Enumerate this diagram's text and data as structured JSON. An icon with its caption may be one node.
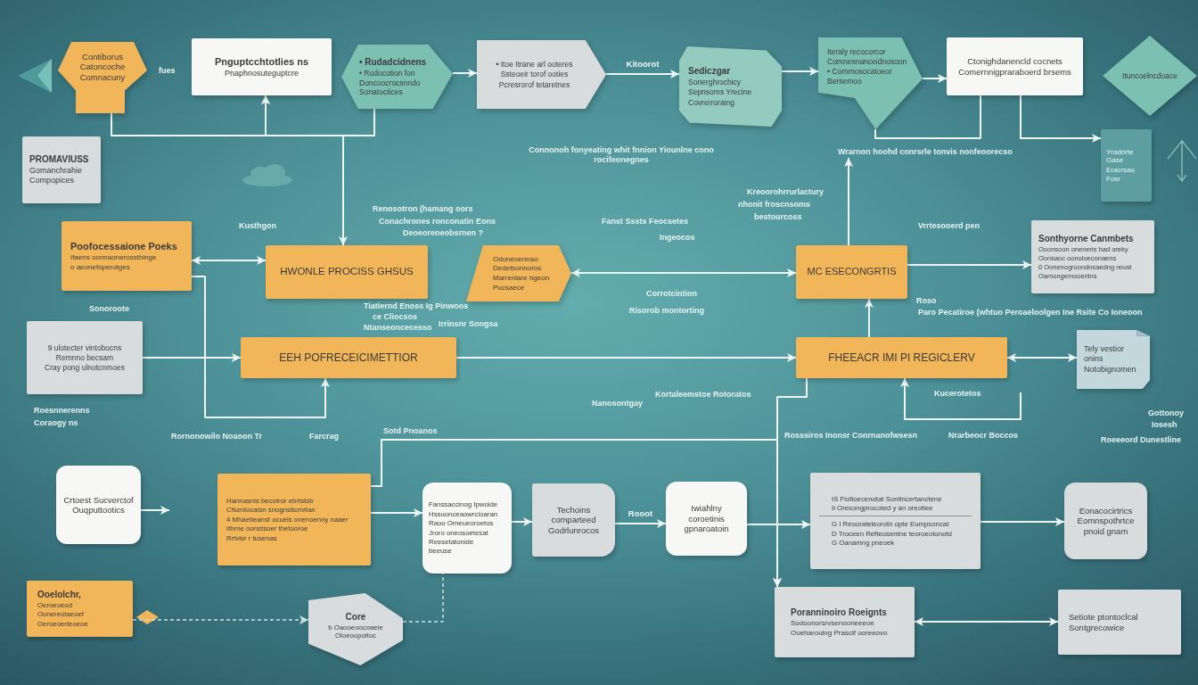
{
  "diagram": {
    "nodes": [
      {
        "text": [
          "Contiborus Catoncoche Comnacuny"
        ],
        "beside": [
          "fues"
        ]
      },
      {
        "text": [
          "Pnguptcchtotlies ns",
          "Pnaphnosuteguptcre"
        ]
      },
      {
        "text": [
          "• Rudadcidnens",
          "• Rodocotion fon",
          "Doncoocrocsnndo Sonatoctices"
        ]
      },
      {
        "text": [
          "• Itoe Itrane arl ooteres",
          "Ssteoeir torof ooties",
          "Pcresrorof tetaretnes"
        ]
      },
      {
        "text": [
          "Sediczgar",
          "Sonerghrochicy",
          "Sepnsoms Yrecine",
          "Covrerroraing"
        ]
      },
      {
        "text": [
          "Iteraly recocorcor",
          "Comnesnanceidnosoon",
          "• Cornmosocatoeor",
          "Bersemoo"
        ]
      },
      {
        "text": [
          "Ctonighdanencld cocnets",
          "Comernnigpraraboerd brsems"
        ]
      },
      {
        "text": [
          "Ituncoelncdoace"
        ]
      },
      {
        "text": [
          "Yradrirte Gase",
          "Eracrsao Fosr"
        ]
      },
      {
        "text": [
          "PROMAVIUSS",
          "Gomanchrahie Compopices"
        ]
      },
      {
        "text": [
          "Poofocessaione Poeks",
          "Ifaens oonnaonerossthinge",
          "o aeonefoperotges"
        ]
      },
      {
        "text": [
          "HWONLE PROCISS GHSUS"
        ]
      },
      {
        "text": [
          "Odoneoennao",
          "Dedetsonnoros",
          "Marrenlare hgeon",
          "Pucsaece"
        ]
      },
      {
        "text": [
          "9 ulotecter vintobocns",
          "Remnno becsam",
          "Cray pong ulnotcnmoes"
        ]
      },
      {
        "text": [
          "EEH POFRECEICIMETTIOR"
        ]
      },
      {
        "text": [
          "MC ESECONGRTIS"
        ]
      },
      {
        "text": [
          "FHEEACR IMI PI REGICLERV"
        ]
      },
      {
        "text": [
          "Sonthyorne Canmbets",
          "Ooonsoon oneneris had oreky",
          "Oonsaoc oonoloeconaens",
          "0 Oonenogroondnsaedng reoat",
          "Oamongemooeriins"
        ]
      },
      {
        "text": [
          "Tely vestior onins",
          "Notobignomen"
        ]
      },
      {
        "text": [
          "Crtoest Sucverctof Ouqputtootics"
        ]
      },
      {
        "text": [
          "Hannasnis becotror ebrtstsb",
          "Cfsenlocaisn snognstlcmrtan",
          "4 Mhaetleanst ocuels onenoenny naaer",
          "Ithrne oonstsoer thetooroe",
          "Rrtvisr r tusenas"
        ]
      },
      {
        "text": [
          "Fanssaccinog Ipwoide",
          "Hssuonceaowrcioaran",
          "Raoo Omeueoroetos",
          "Jroro oneosoetesat",
          "Reesetatonide",
          "beeuse"
        ]
      },
      {
        "text": [
          "Techoins comparteed Godrlunrocos"
        ]
      },
      {
        "text": [
          "Iwiahlny coroetinis gpnaroatoin"
        ]
      },
      {
        "text": [
          "IS Fiofioecenotat Sonitncertanctene",
          "Ii Oresongprocoted y an oreotiee",
          "G I Reoorateleorotn opte Eumpsoncat",
          "D Troceen Refteosentne teoroeotonotd",
          "G Oanamng pneoek"
        ]
      },
      {
        "text": [
          "Eonacocirtrics Eomnspothrtce pnoid gnam"
        ]
      },
      {
        "text": [
          "Ooelolchr,",
          "Oeroeoeod",
          "Oonereotaeoef",
          "Oeroeoerteoeoe"
        ]
      },
      {
        "text": [
          "Core",
          "b Oaooeoocoaeie Oloeoopoitoc"
        ]
      },
      {
        "text": [
          "Poranninoiro Roeignts",
          "Sodoonorsrvsenooneeeoe",
          "Ooeharouing Prascif ooreeovo"
        ]
      },
      {
        "text": [
          "Setiote ptontoclcal Sontgrecowice"
        ]
      },
      {
        "text": [
          "Wrarnon hoohd conrsrle tonvis nonfeoorecso"
        ]
      }
    ],
    "edges": [
      {
        "from": 0,
        "to": 1,
        "arrow": "to"
      },
      {
        "from": 2,
        "to": 1,
        "arrow": "to"
      },
      {
        "from": 2,
        "to": 3,
        "arrow": "to"
      },
      {
        "from": 3,
        "to": 4,
        "arrow": "to",
        "label": "Kitoorot"
      },
      {
        "from": 4,
        "to": 5,
        "arrow": "to"
      },
      {
        "from": 5,
        "to": 6,
        "arrow": "to"
      },
      {
        "from": 6,
        "to": 8,
        "arrow": "to"
      },
      {
        "from": 6,
        "to": 5,
        "arrow": "none"
      },
      {
        "from": 10,
        "to": 11,
        "arrow": "both"
      },
      {
        "from": 13,
        "to": 14,
        "arrow": "to"
      },
      {
        "from": 14,
        "to": 16,
        "arrow": "to"
      },
      {
        "from": 12,
        "to": 15,
        "arrow": "both"
      },
      {
        "from": 15,
        "to": 17,
        "arrow": "to"
      },
      {
        "from": 18,
        "to": 16,
        "arrow": "both"
      },
      {
        "from": 16,
        "to": 15,
        "arrow": "to"
      },
      {
        "from": 15,
        "to": 30,
        "arrow": "to"
      },
      {
        "from": 16,
        "to": 28,
        "arrow": "to"
      },
      {
        "from": 10,
        "to": 14,
        "arrow": "to"
      },
      {
        "from": null,
        "to": 16,
        "arrow": "to"
      },
      {
        "from": 20,
        "to": 21,
        "arrow": "to"
      },
      {
        "from": 21,
        "to": 22,
        "arrow": "to"
      },
      {
        "from": 22,
        "to": 23,
        "arrow": "to",
        "label": "Rooot"
      },
      {
        "from": 23,
        "to": 24,
        "arrow": "to"
      },
      {
        "from": 24,
        "to": 25,
        "arrow": "to"
      },
      {
        "from": 26,
        "to": 27,
        "arrow": "to",
        "style": "dashed"
      },
      {
        "from": 27,
        "to": 21,
        "arrow": "none",
        "style": "dashed"
      },
      {
        "from": 28,
        "to": 29,
        "arrow": "both"
      },
      {
        "from": 19,
        "to": null,
        "arrow": "to"
      },
      {
        "from": 2,
        "to": 11,
        "arrow": "to"
      },
      {
        "from": 20,
        "to": 28,
        "arrow": "to"
      }
    ],
    "labels": [
      "Connonoh fonyeating whit fnnion Yiounlne cono rocifeonegnes",
      "Kusthgon",
      "Renosotron (hamang oors",
      "Conachrones ronconatin Eons",
      "Deoeoreneobsrnen ?",
      "Kreoorohrrurlactury",
      "nhonit froscnsoms",
      "bestourcoss",
      "Fanst Sssts Feocsetes",
      "Ingeocos",
      "Vrrtesooerd pen",
      "Sonoroote",
      "Corrotcintion",
      "Risorob montorting",
      "Roso",
      "Paro Pecatiroe (whtuo Peroaeloolgen Ine Rsite Co Ioneoon",
      "Tiatiernd Enoss Ig Pinwoos",
      "ce Cliocsos",
      "Ntanseoncecesso",
      "Irrinsnr Songsa",
      "Nanosontgay",
      "Kortaleemstoe Rotoratos",
      "Kucerotetos",
      "Roesnnerenns",
      "Coraogy ns",
      "Gottonoy",
      "Iosesh",
      "Rornonowilo Noaoon Tr",
      "Farcrag",
      "Sotd Pnoanos",
      "Rosssiros Inonsr Conrnanofwsesn",
      "Nrarbeocr Boccos",
      "Roeeeord Dunestline"
    ]
  }
}
